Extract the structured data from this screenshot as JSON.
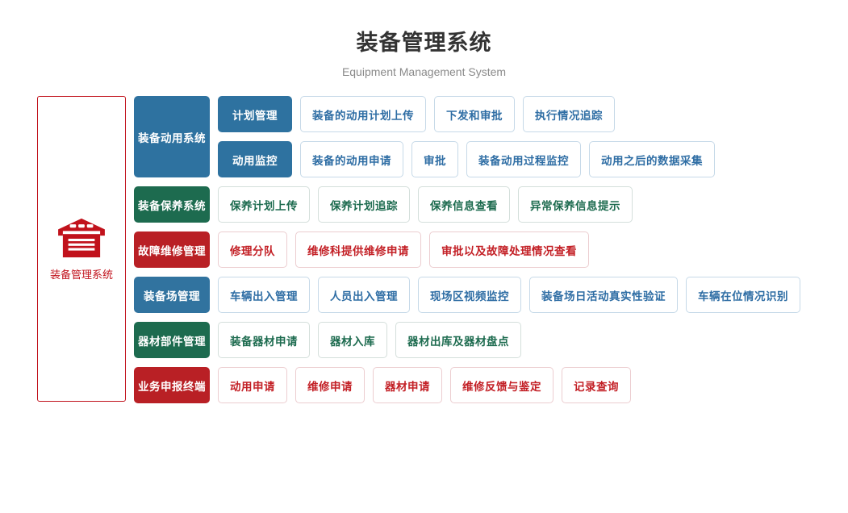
{
  "header": {
    "title": "装备管理系统",
    "subtitle": "Equipment Management System"
  },
  "brand": {
    "icon": "warehouse-icon",
    "label": "装备管理系统",
    "border_color": "#c1121c",
    "text_color": "#c1121c"
  },
  "palette": {
    "blue": "#2e72a0",
    "blue_light": "#31739f",
    "green": "#1d6b4f",
    "red": "#b92025",
    "leaf_blue_text": "#2e6da4",
    "leaf_green_text": "#1d6b4f",
    "leaf_red_text": "#c32026"
  },
  "rows": [
    {
      "category": "装备动用系统",
      "color": "blue",
      "subgroups": [
        {
          "label": "计划管理",
          "leaves": [
            "装备的动用计划上传",
            "下发和审批",
            "执行情况追踪"
          ]
        },
        {
          "label": "动用监控",
          "leaves": [
            "装备的动用申请",
            "审批",
            "装备动用过程监控",
            "动用之后的数据采集"
          ]
        }
      ]
    },
    {
      "category": "装备保养系统",
      "color": "green",
      "leaves": [
        "保养计划上传",
        "保养计划追踪",
        "保养信息查看",
        "异常保养信息提示"
      ]
    },
    {
      "category": "故障维修管理",
      "color": "red",
      "leaves": [
        "修理分队",
        "维修科提供维修申请",
        "审批以及故障处理情况查看"
      ]
    },
    {
      "category": "装备场管理",
      "color": "blue_light",
      "leaves": [
        "车辆出入管理",
        "人员出入管理",
        "现场区视频监控",
        "装备场日活动真实性验证",
        "车辆在位情况识别"
      ]
    },
    {
      "category": "器材部件管理",
      "color": "green",
      "leaves": [
        "装备器材申请",
        "器材入库",
        "器材出库及器材盘点"
      ]
    },
    {
      "category": "业务申报终端",
      "color": "red",
      "leaves": [
        "动用申请",
        "维修申请",
        "器材申请",
        "维修反馈与鉴定",
        "记录查询"
      ]
    }
  ]
}
